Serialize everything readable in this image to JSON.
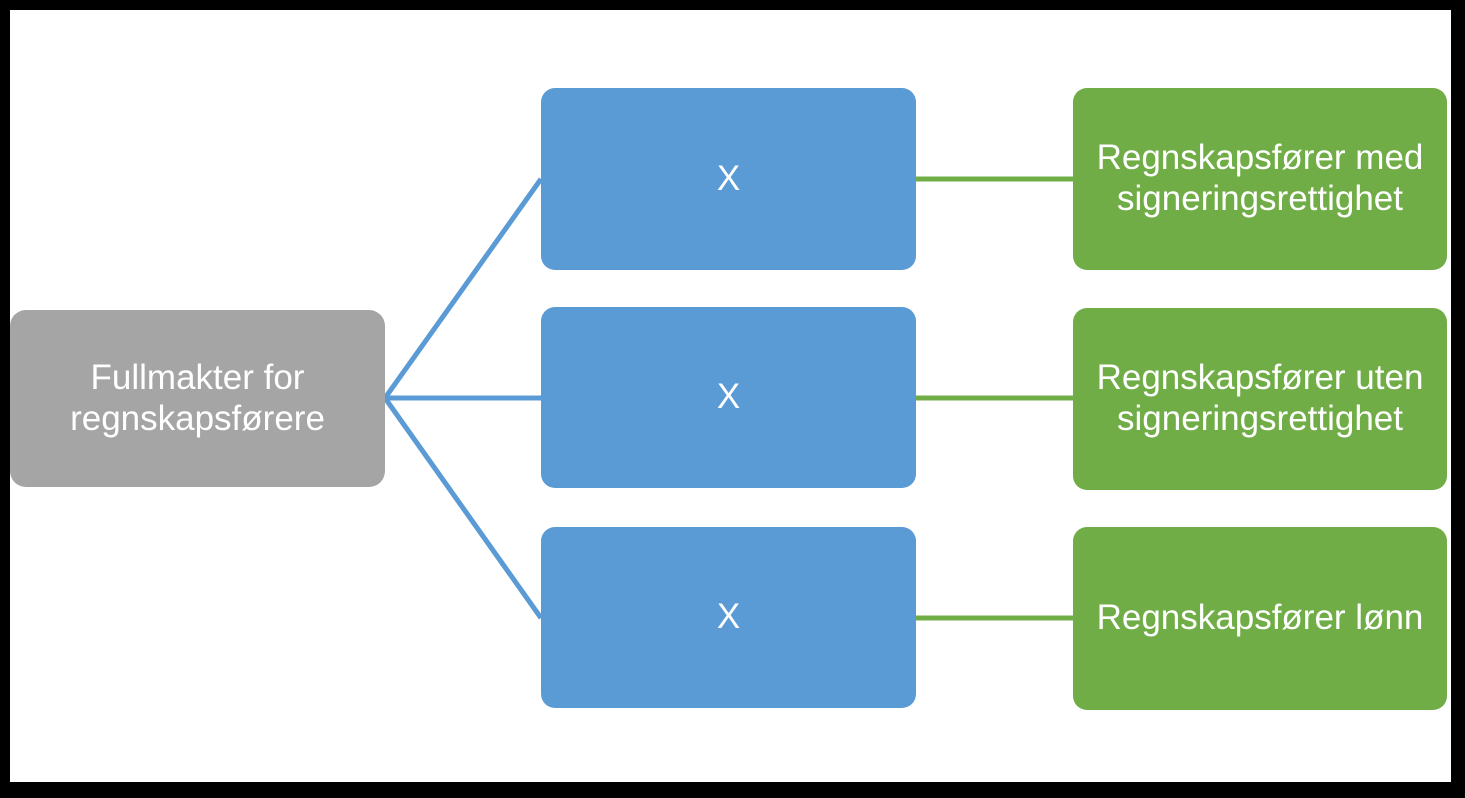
{
  "diagram": {
    "title": "Fullmakter for regnskapsførere",
    "frame": {
      "border_color": "#000000",
      "background_color": "#ffffff"
    },
    "colors": {
      "root_box": "#a5a5a5",
      "middle_box": "#5b9bd5",
      "leaf_box": "#70ad47",
      "root_connector_line": "#5b9bd5",
      "leaf_connector_line": "#70ad47",
      "text": "#ffffff"
    },
    "root": {
      "label": "Fullmakter for regnskapsførere"
    },
    "middle": [
      {
        "label": "X"
      },
      {
        "label": "X"
      },
      {
        "label": "X"
      }
    ],
    "leaves": [
      {
        "label": "Regnskapsfører med signeringsrettighet"
      },
      {
        "label": "Regnskapsfører uten signeringsrettighet"
      },
      {
        "label": "Regnskapsfører lønn"
      }
    ]
  }
}
